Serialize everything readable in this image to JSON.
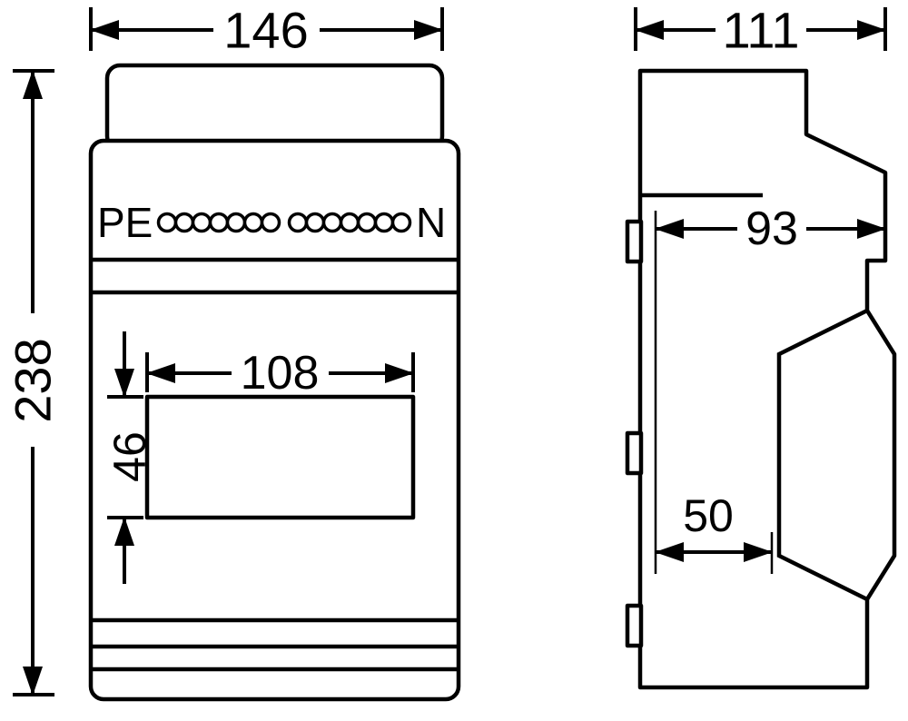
{
  "drawing": {
    "type": "technical-dimension-drawing",
    "views": [
      "front",
      "side"
    ]
  },
  "colors": {
    "line": "#000000",
    "background": "#ffffff"
  },
  "front_view": {
    "labels": {
      "pe": "PE",
      "n": "N"
    },
    "pe_hole_count": 7,
    "n_hole_count": 7,
    "dimensions": {
      "width": "146",
      "height": "238",
      "window_width": "108",
      "window_height": "46"
    }
  },
  "side_view": {
    "dimensions": {
      "depth": "111",
      "inner_depth": "93",
      "mount_depth": "50"
    }
  }
}
